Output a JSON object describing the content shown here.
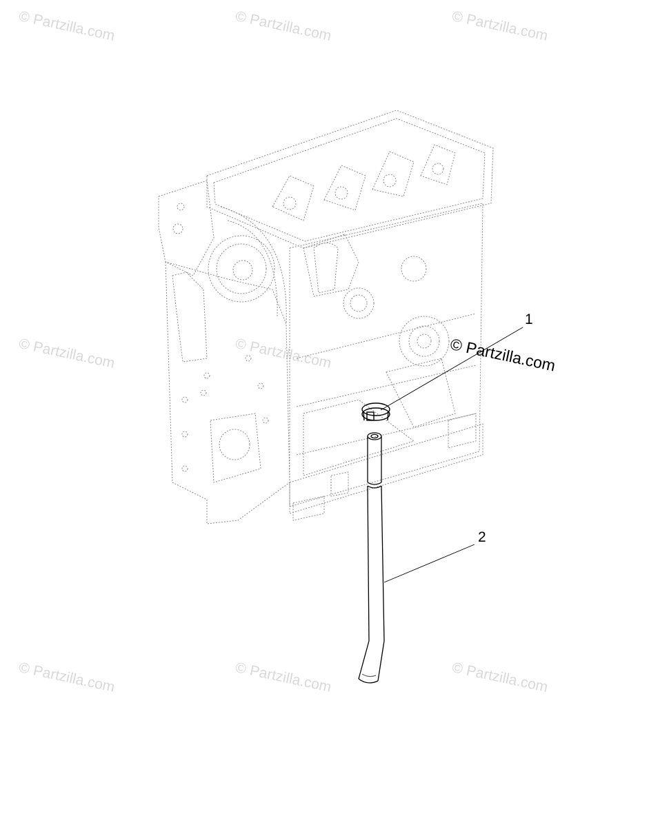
{
  "watermark_text": "© Partzilla.com",
  "copyright_text": "© Partzilla.com",
  "callouts": [
    {
      "number": "1",
      "part": "clamp"
    },
    {
      "number": "2",
      "part": "dipstick-tube"
    }
  ]
}
